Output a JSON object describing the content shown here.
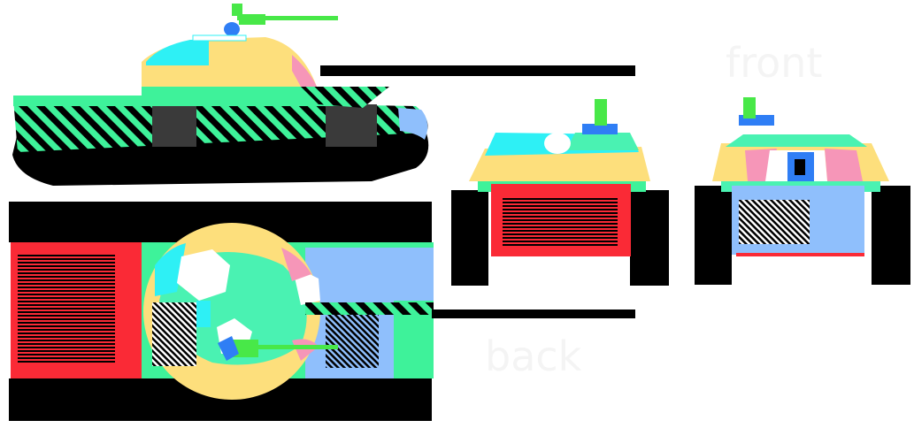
{
  "labels": {
    "front": "front",
    "back": "back"
  },
  "views": [
    "side-view",
    "top-view",
    "back-view",
    "front-view"
  ],
  "colors": {
    "armor_green": "#3ef29a",
    "armor_mint": "#4af2b2",
    "armor_yellow": "#fddf7c",
    "armor_cyan": "#2ef0f5",
    "armor_pink": "#f696b8",
    "armor_light_blue": "#8fbffc",
    "armor_red": "#fa2a36",
    "module_blue": "#2f7ef5",
    "gun_green": "#48e848",
    "track_black": "#000000",
    "label_gray": "#f4f4f4"
  }
}
